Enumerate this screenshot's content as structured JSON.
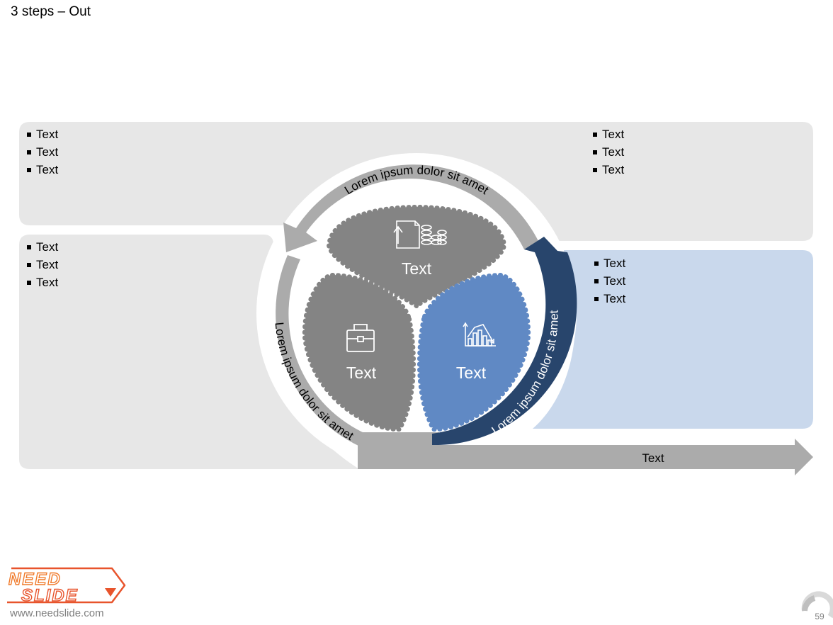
{
  "slide": {
    "title": "3 steps – Out",
    "page_number": "59"
  },
  "boxes": {
    "top_left": {
      "items": [
        "Text",
        "Text",
        "Text"
      ]
    },
    "top_right": {
      "items": [
        "Text",
        "Text",
        "Text"
      ]
    },
    "mid_left": {
      "items": [
        "Text",
        "Text",
        "Text"
      ]
    },
    "mid_right": {
      "items": [
        "Text",
        "Text",
        "Text"
      ]
    }
  },
  "cycle": {
    "arc_top_label": "Lorem ipsum dolor sit amet",
    "arc_left_label": "Lorem ipsum dolor sit amet",
    "arc_right_label": "Lorem ipsum dolor sit amet",
    "petal_top": {
      "label": "Text",
      "icon": "document-coins-icon"
    },
    "petal_left": {
      "label": "Text",
      "icon": "briefcase-icon"
    },
    "petal_right": {
      "label": "Text",
      "icon": "bar-chart-icon"
    }
  },
  "out_arrow": {
    "label": "Text"
  },
  "colors": {
    "panel_grey": "#e7e7e7",
    "panel_blue": "#c9d8ec",
    "arrow_grey": "#ababab",
    "arrow_navy": "#28456c",
    "petal_grey": "#848484",
    "petal_blue": "#6089c4"
  },
  "footer": {
    "logo_line1": "NEED",
    "logo_line2": "SLIDE",
    "url": "www.needslide.com"
  }
}
